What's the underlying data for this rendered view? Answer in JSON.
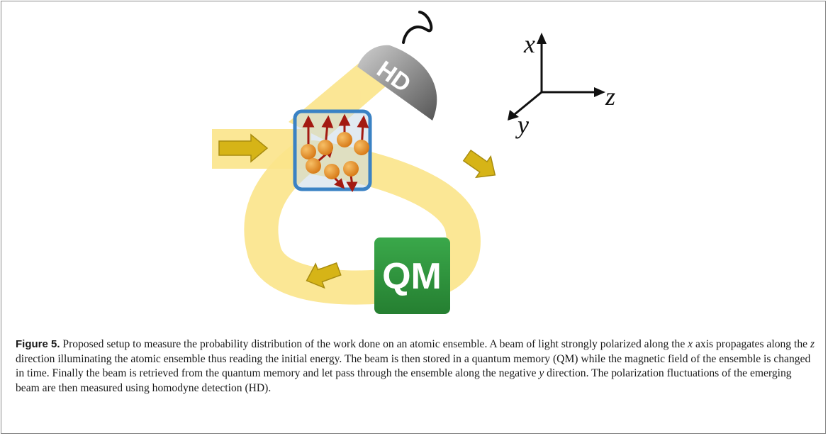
{
  "figure": {
    "labels": {
      "hd": "HD",
      "qm": "QM",
      "axis_x": "x",
      "axis_y": "y",
      "axis_z": "z"
    },
    "colors": {
      "beam": "#fbe48a",
      "arrow": "#d6b417",
      "qm_box": "#2e9a3c",
      "detector": "#8c8c8c",
      "ensemble_border": "#3a82c4",
      "atom": "#e8922a",
      "spin_arrow": "#a31a12"
    }
  },
  "caption": {
    "label": "Figure 5.",
    "segments": [
      {
        "text": " Proposed setup to measure the probability distribution of the work done on an atomic ensemble. A beam of light strongly polarized along the ",
        "italic": false
      },
      {
        "text": "x",
        "italic": true
      },
      {
        "text": " axis propagates along the ",
        "italic": false
      },
      {
        "text": "z",
        "italic": true
      },
      {
        "text": " direction illuminating the atomic ensemble thus reading the initial energy. The beam is then stored in a quantum memory (QM) while the magnetic field of the ensemble is changed in time. Finally the beam is retrieved from the quantum memory and let pass through the ensemble along the negative ",
        "italic": false
      },
      {
        "text": "y",
        "italic": true
      },
      {
        "text": " direction. The polarization fluctuations of the emerging beam are then measured using homodyne detection (HD).",
        "italic": false
      }
    ]
  }
}
